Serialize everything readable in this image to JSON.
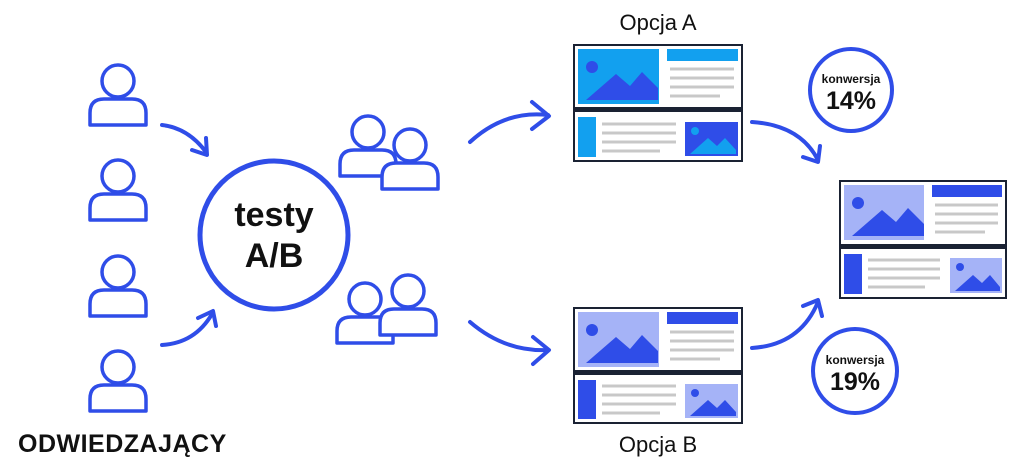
{
  "visitors": {
    "label": "ODWIEDZAJĄCY",
    "count": 4
  },
  "test": {
    "line1": "testy",
    "line2": "A/B"
  },
  "option_a": {
    "label": "Opcja A",
    "conversion_label": "konwersja",
    "conversion_value": "14%"
  },
  "option_b": {
    "label": "Opcja B",
    "conversion_label": "konwersja",
    "conversion_value": "19%"
  },
  "colors": {
    "stroke": "#2f4de8",
    "variant_a_fill": "#12a0ef",
    "variant_b_fill": "#a5b3f7",
    "accent": "#2f4de8",
    "dark": "#1a2233",
    "text_lines": "#c8c8c8"
  },
  "icons": [
    "person-icon",
    "person-pair-icon",
    "arrow-icon",
    "webpage-icon",
    "image-placeholder-icon"
  ]
}
